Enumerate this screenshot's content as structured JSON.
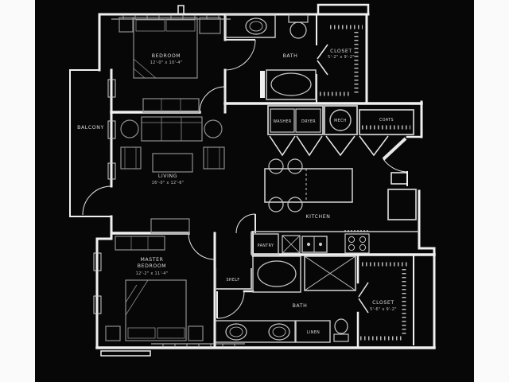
{
  "plan": {
    "type": "apartment-floor-plan",
    "colors": {
      "background": "#070707",
      "margin": "#fbfafa",
      "walls": "#f0f0f0",
      "fixtures": "#c9c9c9",
      "furniture": "#8f8f8f",
      "text": "#dcdcdc"
    },
    "rooms": {
      "bedroom": {
        "name": "BEDROOM",
        "dims": "12'-0\" x 10'-4\""
      },
      "bath_upper": {
        "name": "BATH"
      },
      "closet_upper": {
        "name": "CLOSET",
        "dims": "5'-2\" x 9'-2\""
      },
      "balcony": {
        "name": "BALCONY"
      },
      "living": {
        "name": "LIVING",
        "dims": "16'-0\" x 12'-6\""
      },
      "washer": {
        "name": "WASHER"
      },
      "dryer": {
        "name": "DRYER"
      },
      "mech": {
        "name": "MECH"
      },
      "coats": {
        "name": "COATS"
      },
      "kitchen": {
        "name": "KITCHEN"
      },
      "pantry": {
        "name": "PANTRY"
      },
      "master_bedroom": {
        "name_line1": "MASTER",
        "name_line2": "BEDROOM",
        "dims": "12'-2\" x 11'-4\""
      },
      "shelf": {
        "name": "SHELF"
      },
      "bath_lower": {
        "name": "BATH"
      },
      "linen": {
        "name": "LINEN"
      },
      "closet_lower": {
        "name": "CLOSET",
        "dims": "5'-6\" x 9'-2\""
      }
    }
  }
}
